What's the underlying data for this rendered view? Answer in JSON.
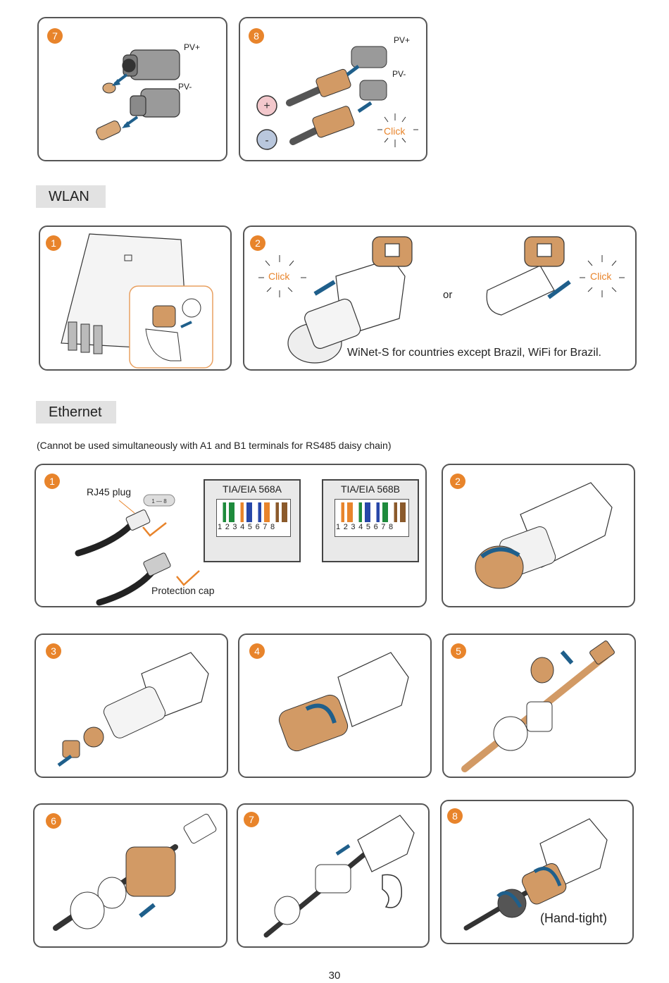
{
  "top_steps": {
    "step7": {
      "num": "7",
      "pv_plus": "PV+",
      "pv_minus": "PV-"
    },
    "step8": {
      "num": "8",
      "pv_plus": "PV+",
      "pv_minus": "PV-",
      "plus_sign": "+",
      "minus_sign": "-",
      "click": "Click"
    }
  },
  "wlan": {
    "title": "WLAN",
    "step1": {
      "num": "1"
    },
    "step2": {
      "num": "2",
      "click_left": "Click",
      "or": "or",
      "click_right": "Click",
      "caption": "WiNet-S for countries except Brazil, WiFi for Brazil."
    }
  },
  "ethernet": {
    "title": "Ethernet",
    "note": "(Cannot be used simultaneously with A1 and B1 terminals for RS485 daisy chain)",
    "step1": {
      "num": "1",
      "rj45_label": "RJ45 plug",
      "pin_range": "1 — 8",
      "protection_cap": "Protection cap",
      "tia_a": {
        "title": "TIA/EIA 568A",
        "pins": "12345678"
      },
      "tia_b": {
        "title": "TIA/EIA 568B",
        "pins": "12345678"
      }
    },
    "step2": {
      "num": "2"
    },
    "step3": {
      "num": "3"
    },
    "step4": {
      "num": "4"
    },
    "step5": {
      "num": "5"
    },
    "step6": {
      "num": "6"
    },
    "step7": {
      "num": "7"
    },
    "step8": {
      "num": "8",
      "caption": "(Hand-tight)"
    }
  },
  "page_number": "30",
  "colors": {
    "accent": "#e8842b",
    "arrow": "#1f5f8b",
    "border": "#555555"
  }
}
